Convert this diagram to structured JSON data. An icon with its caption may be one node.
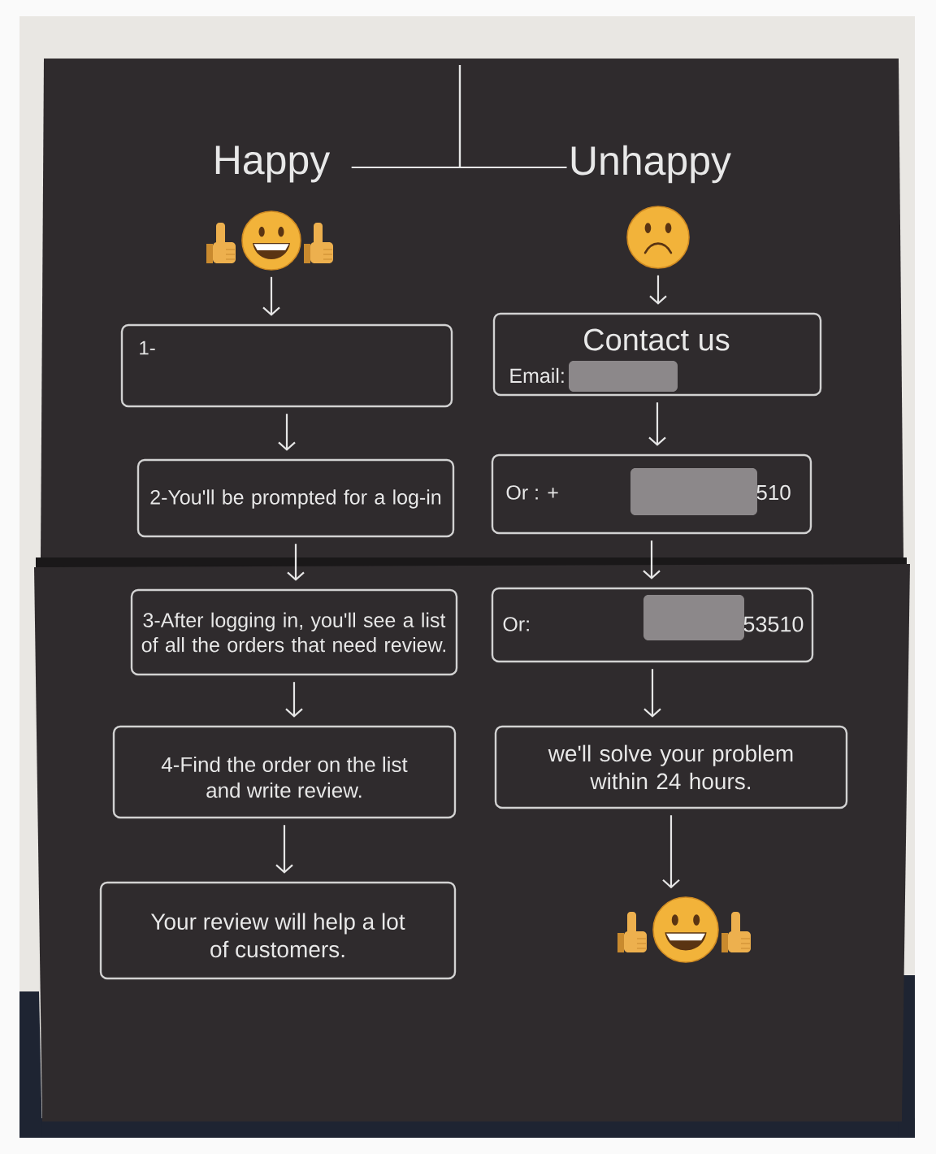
{
  "diagram": {
    "nodes": [
      {
        "text": [
          "Happy"
        ]
      },
      {
        "text": [
          "Unhappy"
        ]
      },
      {
        "text": [],
        "shape": "picture"
      },
      {
        "text": [],
        "shape": "picture"
      },
      {
        "text": [
          "1-"
        ]
      },
      {
        "text": [
          "Contact us",
          "Email:"
        ]
      },
      {
        "text": [
          "2-You'll be prompted for a log-in"
        ]
      },
      {
        "text": [
          "Or : +",
          "510"
        ]
      },
      {
        "text": [
          "3-After logging in, you'll see a list of all the orders that need review."
        ]
      },
      {
        "text": [
          "Or:",
          "53510"
        ]
      },
      {
        "text": [
          "4-Find the order on the list and write review."
        ]
      },
      {
        "text": [
          "we'll solve your problem within 24 hours."
        ]
      },
      {
        "text": [
          "Your review will help a lot of customers."
        ]
      },
      {
        "text": [],
        "shape": "picture"
      }
    ],
    "edges": [
      {
        "from": null,
        "to": 0,
        "arrow": "none"
      },
      {
        "from": null,
        "to": 1,
        "arrow": "none"
      },
      {
        "from": 2,
        "to": 4,
        "arrow": "to"
      },
      {
        "from": 4,
        "to": 6,
        "arrow": "to"
      },
      {
        "from": 6,
        "to": 8,
        "arrow": "to"
      },
      {
        "from": 8,
        "to": 10,
        "arrow": "to"
      },
      {
        "from": 10,
        "to": 12,
        "arrow": "to"
      },
      {
        "from": 3,
        "to": 5,
        "arrow": "to"
      },
      {
        "from": 5,
        "to": 7,
        "arrow": "to"
      },
      {
        "from": 7,
        "to": 9,
        "arrow": "to"
      },
      {
        "from": 9,
        "to": 11,
        "arrow": "to"
      },
      {
        "from": 11,
        "to": 13,
        "arrow": "to"
      }
    ]
  }
}
